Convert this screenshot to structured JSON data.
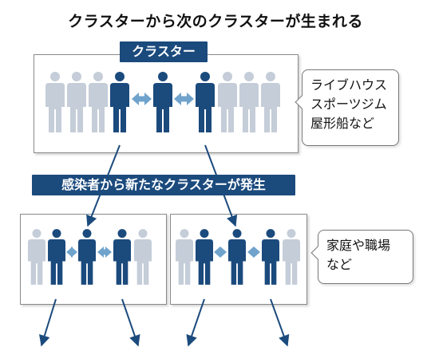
{
  "title": "クラスターから次のクラスターが生まれる",
  "cluster_label": "クラスター",
  "new_cluster_label": "感染者から新たなクラスターが発生",
  "venues_top": [
    "ライブハウス",
    "スポーツジム",
    "屋形船など"
  ],
  "venues_bottom": [
    "家庭や職場",
    "など"
  ],
  "colors": {
    "dark_blue": "#1b4a7d",
    "light_person": "#c4cdd8",
    "arrow": "#6fa3cc"
  }
}
